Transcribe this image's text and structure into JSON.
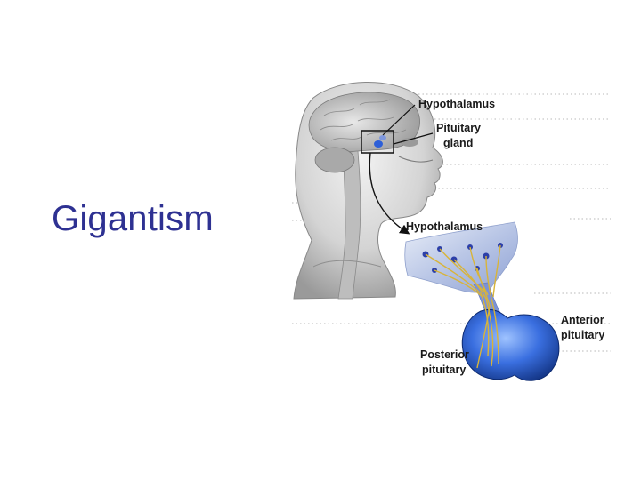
{
  "slide": {
    "title": "Gigantism"
  },
  "diagram": {
    "labels": {
      "hypothalamus_top": "Hypothalamus",
      "pituitary_gland_line1": "Pituitary",
      "pituitary_gland_line2": "gland",
      "hypothalamus_detail": "Hypothalamus",
      "anterior_line1": "Anterior",
      "anterior_line2": "pituitary",
      "posterior_line1": "Posterior",
      "posterior_line2": "pituitary"
    }
  }
}
